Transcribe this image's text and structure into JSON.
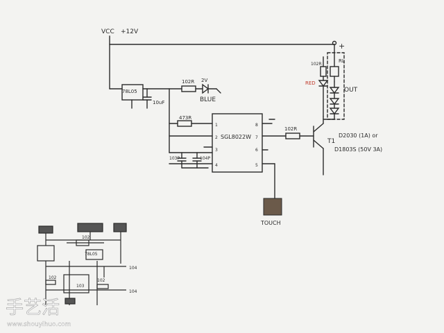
{
  "schematic": {
    "vcc_label": "VCC",
    "vcc_value": "+12V",
    "plus_sign": "+",
    "regulator_label": "78L05",
    "cap_power_label": "10uF",
    "led_resistor_label": "102R",
    "led_blue_label": "BLUE",
    "led_marker": "2V",
    "ic_label": "SGL8022W",
    "ic_input_resistor_label": "473R",
    "cap_a_label": "103P",
    "cap_b_label": "104P",
    "base_resistor_label": "102R",
    "load_resistor_label": "102R",
    "load_rl_label": "RL",
    "led_red_label": "RED",
    "output_label": "OUT",
    "transistor_label": "T1",
    "transistor_part_a": "D2030 (1A) or",
    "transistor_part_b": "D1803S (50V 3A)",
    "touch_label": "TOUCH",
    "pins": [
      "1",
      "2",
      "3",
      "4",
      "5",
      "6",
      "7",
      "8"
    ]
  },
  "pcb_sketch": {
    "labels": [
      "102",
      "104",
      "104",
      "78L05",
      "102",
      "102",
      "103"
    ]
  },
  "watermark": {
    "cjk": "手艺活",
    "url": "www.shouyihuo.com"
  }
}
